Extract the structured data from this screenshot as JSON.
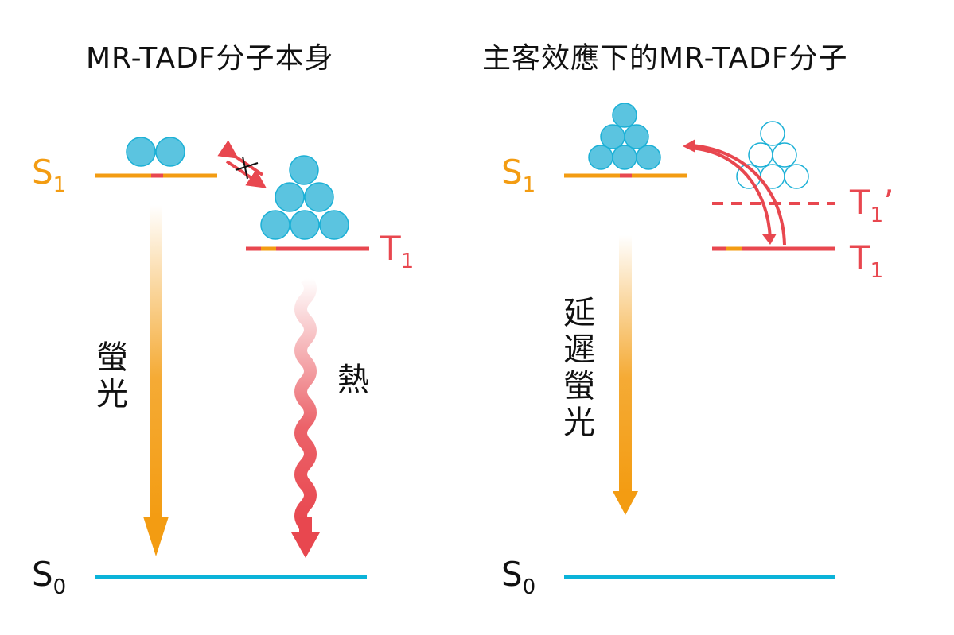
{
  "colors": {
    "singlet": "#f39c12",
    "triplet": "#e8474f",
    "ground": "#0bb3d9",
    "exciton_fill": "#5bc4e0",
    "exciton_stroke": "#1bb0d6",
    "text": "#111111"
  },
  "left_panel": {
    "title": "MR-TADF分子本身",
    "s1_label": "S",
    "s1_sub": "1",
    "t1_label": "T",
    "t1_sub": "1",
    "s0_label": "S",
    "s0_sub": "0",
    "fluorescence_label": "螢光",
    "heat_label": "熱",
    "s1_excitons": 2,
    "t1_excitons": 6,
    "isc_blocked": true
  },
  "right_panel": {
    "title": "主客效應下的MR-TADF分子",
    "s1_label": "S",
    "s1_sub": "1",
    "t1_prime_label": "T",
    "t1_prime_sub": "1",
    "t1_prime_mark": "’",
    "t1_label": "T",
    "t1_sub": "1",
    "s0_label": "S",
    "s0_sub": "0",
    "delayed_fluorescence_label": "延遲螢光",
    "s1_excitons": 6,
    "t1_prime_excitons_outline": 6
  }
}
